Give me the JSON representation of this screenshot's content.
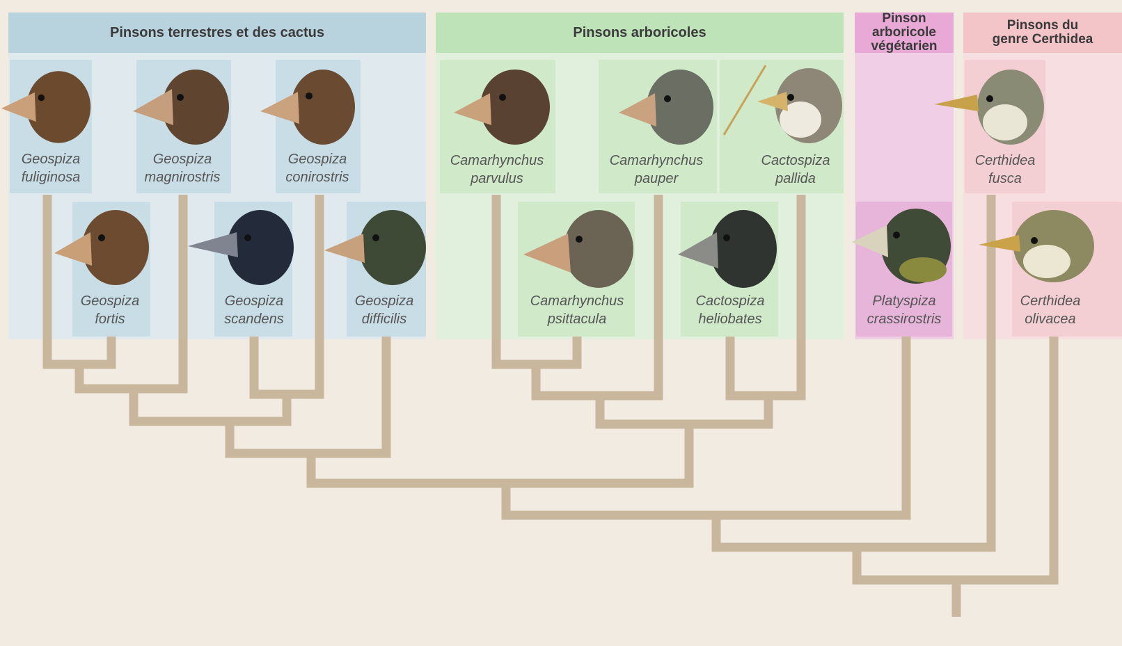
{
  "groups": {
    "ground_cactus": {
      "title": "Pinsons terrestres et des cactus",
      "color": "#b9d3de"
    },
    "tree": {
      "title": "Pinsons arboricoles",
      "color": "#bfe3b9"
    },
    "vegetarian": {
      "title": "Pinson\narboricole\nvégétarien",
      "color": "#e8a9d6"
    },
    "warbler": {
      "title": "Pinsons du\ngenre Certhidea",
      "color": "#f3c4c8"
    }
  },
  "species": [
    {
      "name": "Geospiza\nfuliginosa",
      "icon": "bird-head-brown",
      "color": "#6b4a2e",
      "beak": "#c9a07a"
    },
    {
      "name": "Geospiza\nmagnirostris",
      "icon": "bird-head-brown",
      "color": "#5f4530",
      "beak": "#c59f7d"
    },
    {
      "name": "Geospiza\nconirostris",
      "icon": "bird-head-brown",
      "color": "#6a4b32",
      "beak": "#caa27e"
    },
    {
      "name": "Geospiza\nfortis",
      "icon": "bird-head-brown",
      "color": "#6d4b30",
      "beak": "#c99f78"
    },
    {
      "name": "Geospiza\nscandens",
      "icon": "bird-head-dark",
      "color": "#232a3a",
      "beak": "#7f8490"
    },
    {
      "name": "Geospiza\ndifficilis",
      "icon": "bird-head-olive",
      "color": "#3f4a36",
      "beak": "#c7a07d"
    },
    {
      "name": "Camarhynchus\nparvulus",
      "icon": "bird-head-brown",
      "color": "#5a4232",
      "beak": "#c9a17b"
    },
    {
      "name": "Camarhynchus\npauper",
      "icon": "bird-head-grey",
      "color": "#6a6e63",
      "beak": "#c9a27f"
    },
    {
      "name": "Cactospiza\npallida",
      "icon": "bird-head-pale",
      "color": "#8e8777",
      "beak": "#d6b36b"
    },
    {
      "name": "Camarhynchus\npsittacula",
      "icon": "bird-head-grey",
      "color": "#6b6454",
      "beak": "#c9a07b"
    },
    {
      "name": "Cactospiza\nheliobates",
      "icon": "bird-head-dark",
      "color": "#2f3430",
      "beak": "#8b8c88"
    },
    {
      "name": "Platyspiza\ncrassirostris",
      "icon": "bird-head-olive",
      "color": "#3f4b36",
      "beak": "#d9d2bd"
    },
    {
      "name": "Certhidea\nfusca",
      "icon": "bird-head-pale",
      "color": "#8a8b74",
      "beak": "#c8a24a"
    },
    {
      "name": "Certhidea\nolivacea",
      "icon": "bird-head-pale",
      "color": "#8d8a62",
      "beak": "#caa24a"
    }
  ],
  "colors": {
    "branch": "#c8b79c",
    "background": "#f1ebe1"
  }
}
